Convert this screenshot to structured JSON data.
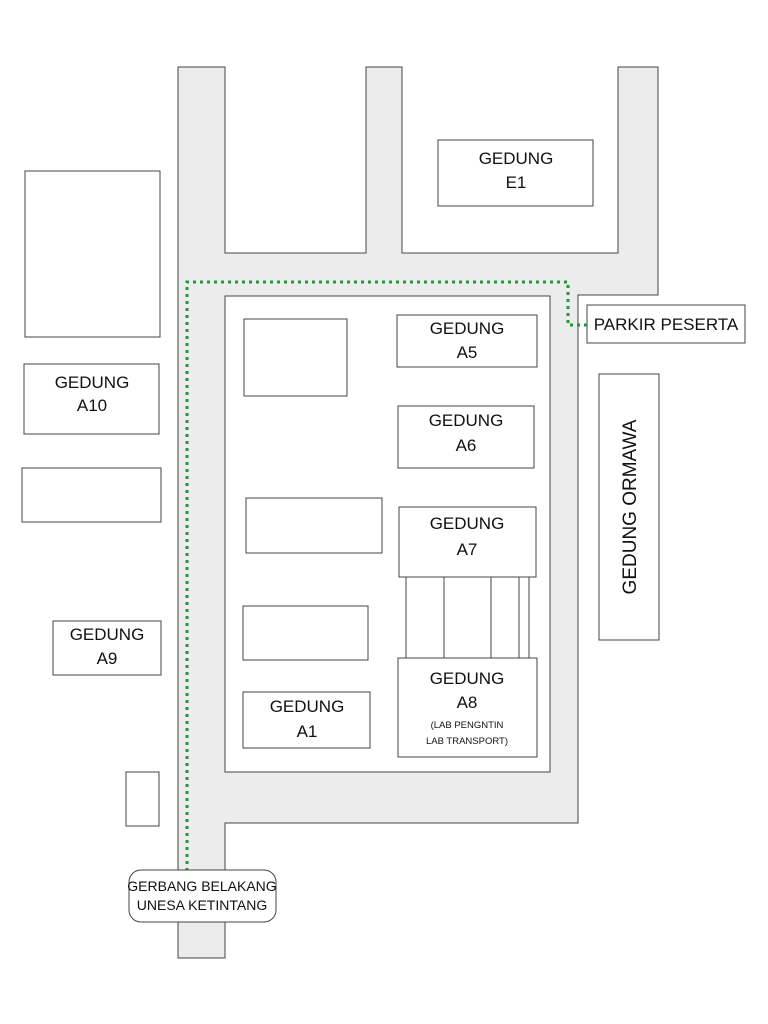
{
  "buildings": {
    "e1": {
      "line1": "GEDUNG",
      "line2": "E1"
    },
    "a5": {
      "line1": "GEDUNG",
      "line2": "A5"
    },
    "a6": {
      "line1": "GEDUNG",
      "line2": "A6"
    },
    "a7": {
      "line1": "GEDUNG",
      "line2": "A7"
    },
    "a8": {
      "line1": "GEDUNG",
      "line2": "A8",
      "note1": "(LAB PENGNTIN",
      "note2": "LAB TRANSPORT)"
    },
    "a1": {
      "line1": "GEDUNG",
      "line2": "A1"
    },
    "a9": {
      "line1": "GEDUNG",
      "line2": "A9"
    },
    "a10": {
      "line1": "GEDUNG",
      "line2": "A10"
    },
    "ormawa": {
      "label": "GEDUNG ORMAWA"
    }
  },
  "labels": {
    "parking": "PARKIR PESERTA",
    "gate_line1": "GERBANG BELAKANG",
    "gate_line2": "UNESA KETINTANG"
  },
  "colors": {
    "road": "#ececec",
    "outline": "#444444",
    "route": "#1a9a3a"
  }
}
